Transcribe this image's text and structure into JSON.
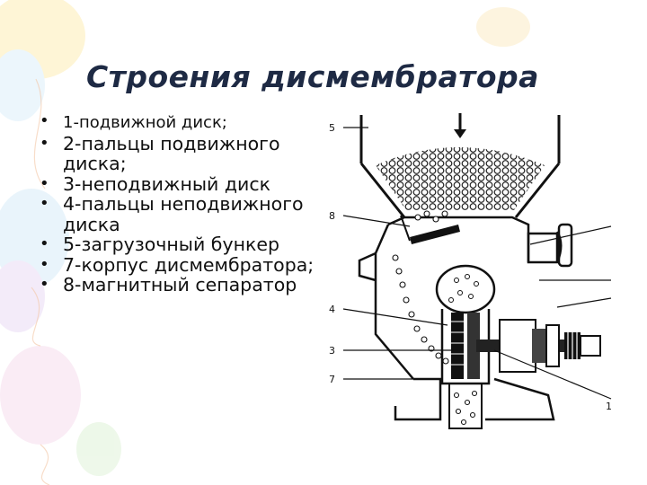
{
  "slide": {
    "title": "Строения дисмембратора",
    "items": [
      "1-подвижной диск;",
      "2-пальцы подвижного диска;",
      "3-неподвижный диск",
      "4-пальцы неподвижного диска",
      "5-загрузочный бункер",
      "7-корпус дисмембратора;",
      "8-магнитный сепаратор"
    ],
    "bullet_glyph": "•"
  },
  "diagram": {
    "callouts": [
      "5",
      "8",
      "4",
      "3",
      "7",
      "1"
    ]
  }
}
